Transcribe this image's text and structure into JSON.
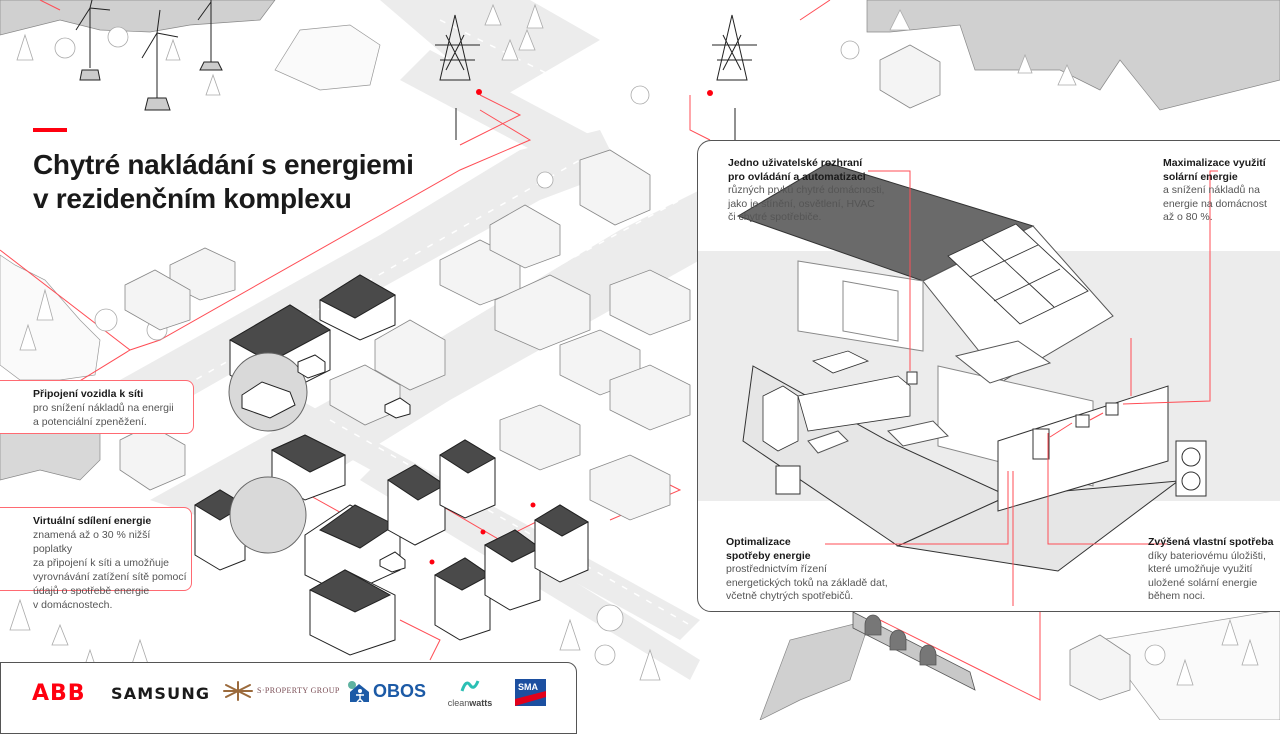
{
  "title": {
    "line1": "Chytré nakládání s energiemi",
    "line2": "v rezidenčním komplexu"
  },
  "colors": {
    "accent": "#ff000f",
    "accent_light": "#ff6a72",
    "text": "#1a1a1a",
    "muted_text": "#555555",
    "ground_gray": "#ececec",
    "roof_dark": "#4a4a4a",
    "rock_gray": "#d0d0d0"
  },
  "callouts": {
    "v2g": {
      "heading": "Připojení vozidla k síti",
      "lines": [
        "pro snížení nákladů na energii",
        "a potenciální zpeněžení."
      ]
    },
    "virtual_sharing": {
      "heading": "Virtuální sdílení energie",
      "lines": [
        "znamená až o 30 % nižší poplatky",
        "za připojení k síti a umožňuje",
        "vyrovnávání zatížení sítě pomocí",
        "údajů o spotřebě energie",
        "v domácnostech."
      ]
    }
  },
  "panel": {
    "ui": {
      "heading": [
        "Jedno uživatelské rozhraní",
        "pro ovládání a automatizaci"
      ],
      "lines": [
        "různých prvků chytré domácnosti,",
        "jako je stínění, osvětlení, HVAC",
        "či chytré spotřebiče."
      ]
    },
    "solar": {
      "heading": [
        "Maximalizace využití",
        "solární energie"
      ],
      "lines": [
        "a snížení nákladů na",
        "energie na domácnost",
        "až o 80 %."
      ]
    },
    "optimization": {
      "heading": [
        "Optimalizace",
        "spotřeby energie"
      ],
      "lines": [
        "prostřednictvím řízení",
        "energetických toků na základě dat,",
        "včetně chytrých spotřebičů."
      ]
    },
    "self_consumption": {
      "heading": [
        "Zvýšená vlastní spotřeba"
      ],
      "lines": [
        "díky bateriovému úložišti,",
        "které umožňuje využití",
        "uložené solární energie",
        "během noci."
      ]
    }
  },
  "logos": {
    "abb": "ABB",
    "samsung": "SAMSUNG",
    "sproperty": "S·PROPERTY GROUP",
    "obos": "OBOS",
    "cleanwatts_a": "clean",
    "cleanwatts_b": "watts",
    "sma": "SMA"
  },
  "icons": {
    "wind_turbine": "wind-turbine-icon",
    "pylon": "power-pylon-icon",
    "house": "house-icon",
    "car": "car-icon",
    "tree": "tree-icon",
    "solar_panel": "solar-panel-icon",
    "battery": "battery-icon",
    "heat_pump": "heat-pump-icon",
    "inverter": "inverter-icon",
    "smart_panel": "smart-panel-icon"
  }
}
